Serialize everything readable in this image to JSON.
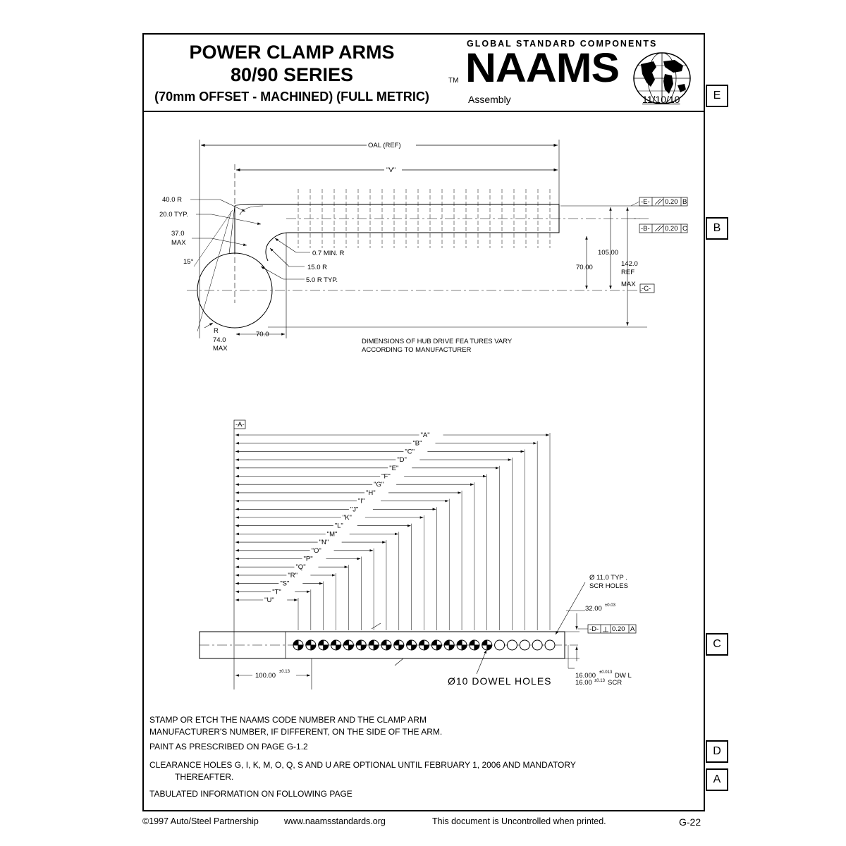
{
  "title": {
    "line1": "POWER CLAMP ARMS",
    "line2": "80/90 SERIES",
    "line3": "(70mm OFFSET - MACHINED) (FULL METRIC)",
    "tm": "TM",
    "brand_tagline": "GLOBAL STANDARD COMPONENTS",
    "brand": "NAAMS",
    "section": "Assembly",
    "date": "11/10/10"
  },
  "zones": {
    "e": "E",
    "b": "B",
    "c": "C",
    "d": "D",
    "a": "A"
  },
  "top_view": {
    "oal": "OAL (REF)",
    "v": "\"V\"",
    "r40": "40.0 R",
    "typ20": "20.0 TYP.",
    "max37a": "37.0",
    "max37b": "MAX",
    "deg15": "15°",
    "min07": "0.7 MIN. R",
    "r15": "15.0 R",
    "r5": "5.0 R  TYP.",
    "r": "R",
    "r74a": "74.0",
    "r74b": "MAX",
    "d70a": "70.0",
    "d70b": "70.00",
    "d105": "105.00",
    "d142a": "142.0",
    "d142b": "REF",
    "d142c": "MAX",
    "datum_e": "-E-",
    "tol_e": "0.20",
    "ref_e": "B",
    "datum_b": "-B-",
    "tol_b": "0.20",
    "ref_b": "C",
    "datum_c": "-C-",
    "hub_note1": "DIMENSIONS OF HUB DRIVE FEA  TURES VARY",
    "hub_note2": "ACCORDING  TO MANUFACTURER"
  },
  "side_view": {
    "datum_a": "-A-",
    "dims": [
      "\"A\"",
      "\"B\"",
      "\"C\"",
      "\"D\"",
      "\"E\"",
      "\"F\"",
      "\"G\"",
      "\"H\"",
      "\"I\"",
      "\"J\"",
      "\"K\"",
      "\"L\"",
      "\"M\"",
      "\"N\"",
      "\"O\"",
      "\"P\"",
      "\"Q\"",
      "\"R\"",
      "\"S\"",
      "\"T\"",
      "\"U\""
    ],
    "scr1": "Ø 11.0 TYP  .",
    "scr2": "SCR HOLES",
    "d32": "32.00",
    "d32tol": "±0.03",
    "datum_d": "-D-",
    "tol_d": "0.20",
    "ref_d": "A",
    "d100": "100.00",
    "d100tol": "±0.13",
    "dowel": "Ø10 DOWEL HOLES",
    "d16a": "16.000",
    "d16atol": "±0.013",
    "d16a_lbl": "DW L",
    "d16b": "16.00",
    "d16btol": "±0.13",
    "d16b_lbl": "SCR"
  },
  "notes": {
    "n1a": "STAMP OR ETCH THE NAAMS CODE NUMBER AND THE CLAMP ARM",
    "n1b": "MANUFACTURER'S NUMBER, IF DIFFERENT, ON THE SIDE OF THE ARM.",
    "n2": "PAINT AS PRESCRIBED ON PAGE G-1.2",
    "n3a": "CLEARANCE HOLES G, I, K, M, O, Q, S AND U ARE OPTIONAL UNTIL FEBRUARY 1, 2006 AND MANDATORY",
    "n3b": "THEREAFTER.",
    "n4": "TABULATED INFORMATION ON FOLLOWING PAGE"
  },
  "footer": {
    "copyright": "©1997 Auto/Steel Partnership",
    "website": "www.naamsstandards.org",
    "uncontrolled": "This document is Uncontrolled when printed.",
    "page": "G-22"
  }
}
